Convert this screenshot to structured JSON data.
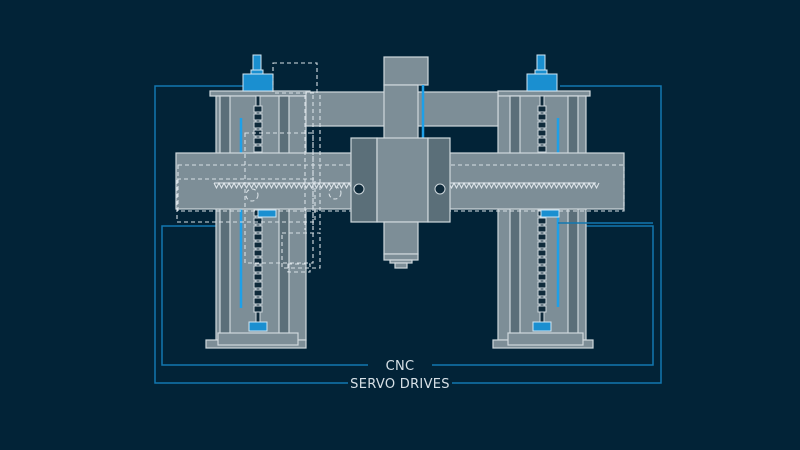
{
  "diagram": {
    "subject": "CNC gantry machine with servo drives",
    "labels": {
      "inner": "CNC",
      "outer": "SERVO DRIVES"
    },
    "components": [
      "left-column",
      "right-column",
      "top-crossbeam",
      "spindle-head",
      "carriage",
      "rack-beam",
      "left-servo-motor",
      "right-servo-motor",
      "left-ball-screw",
      "right-ball-screw",
      "left-linear-rail",
      "right-linear-rail"
    ],
    "colors": {
      "background": "#022337",
      "structure": "#7d8e97",
      "structure_dark": "#5b6f79",
      "accent": "#1a8fd0",
      "frame_line": "#1378b0",
      "outline": "#cfd8dd"
    }
  }
}
